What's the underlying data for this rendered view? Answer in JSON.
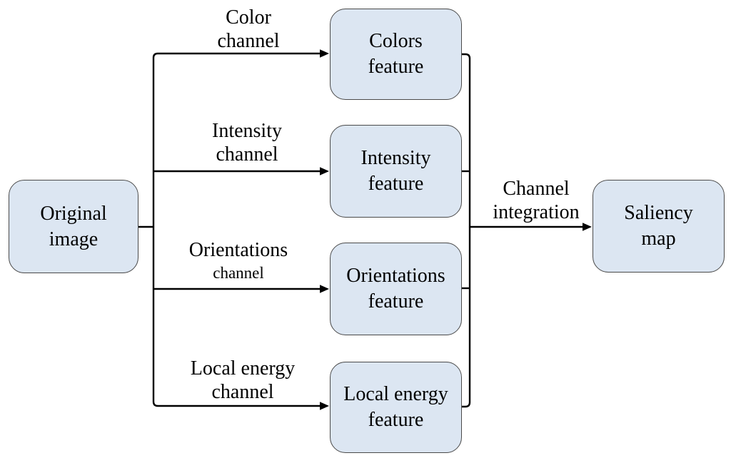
{
  "diagram": {
    "type": "flowchart",
    "background_color": "#ffffff",
    "node_fill_color": "#dce6f2",
    "node_border_color": "#4a4a4a",
    "connector_color": "#000000",
    "text_color": "#000000",
    "nodes": {
      "original_image": {
        "label": "Original\nimage"
      },
      "colors_feature": {
        "label": "Colors\nfeature"
      },
      "intensity_feature": {
        "label": "Intensity\nfeature"
      },
      "orientations_feature": {
        "label": "Orientations\nfeature"
      },
      "local_energy_feature": {
        "label": "Local energy\nfeature"
      },
      "saliency_map": {
        "label": "Saliency\nmap"
      }
    },
    "edge_labels": {
      "color_channel": {
        "line1": "Color",
        "line2": "channel"
      },
      "intensity_channel": {
        "line1": "Intensity",
        "line2": "channel"
      },
      "orientations_channel": {
        "line1": "Orientations",
        "line2": "channel"
      },
      "local_energy_channel": {
        "line1": "Local energy",
        "line2": "channel"
      },
      "channel_integration": {
        "line1": "Channel",
        "line2": "integration"
      }
    },
    "edges": [
      {
        "from": "original_image",
        "to": "colors_feature",
        "label": "Color channel"
      },
      {
        "from": "original_image",
        "to": "intensity_feature",
        "label": "Intensity channel"
      },
      {
        "from": "original_image",
        "to": "orientations_feature",
        "label": "Orientations channel"
      },
      {
        "from": "original_image",
        "to": "local_energy_feature",
        "label": "Local energy channel"
      },
      {
        "from": "colors_feature",
        "to": "saliency_map",
        "label": "Channel integration"
      },
      {
        "from": "intensity_feature",
        "to": "saliency_map",
        "label": "Channel integration"
      },
      {
        "from": "orientations_feature",
        "to": "saliency_map",
        "label": "Channel integration"
      },
      {
        "from": "local_energy_feature",
        "to": "saliency_map",
        "label": "Channel integration"
      }
    ]
  }
}
